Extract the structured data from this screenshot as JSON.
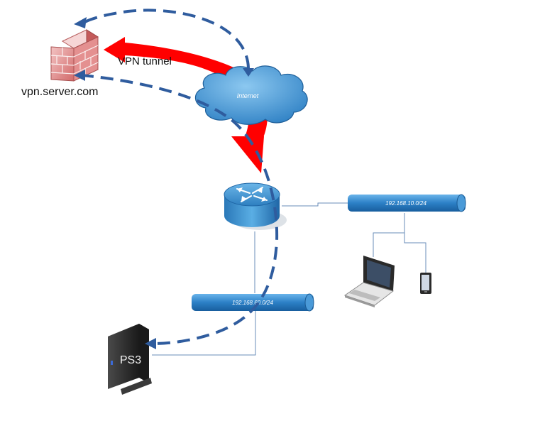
{
  "labels": {
    "vpn_server": "vpn.server.com",
    "vpn_tunnel": "VPN tunnel",
    "internet": "Internet",
    "lan_a": "192.168.10.0/24",
    "lan_b": "192.168.60.0/24",
    "console": "PS3"
  },
  "colors": {
    "background": "#ffffff",
    "tunnel_arrow": "#ff0000",
    "dashed_path": "#2f5c9e",
    "cloud": "#3a8fd0",
    "router": "#2e86c8",
    "bus": "#1a6fb8",
    "link_line": "#6a8cb8",
    "firewall_brick": "#d46a6a",
    "device_dark": "#2a2a2a"
  },
  "icons": [
    "firewall-icon",
    "cloud-icon",
    "router-icon",
    "laptop-icon",
    "phone-icon",
    "console-icon"
  ]
}
